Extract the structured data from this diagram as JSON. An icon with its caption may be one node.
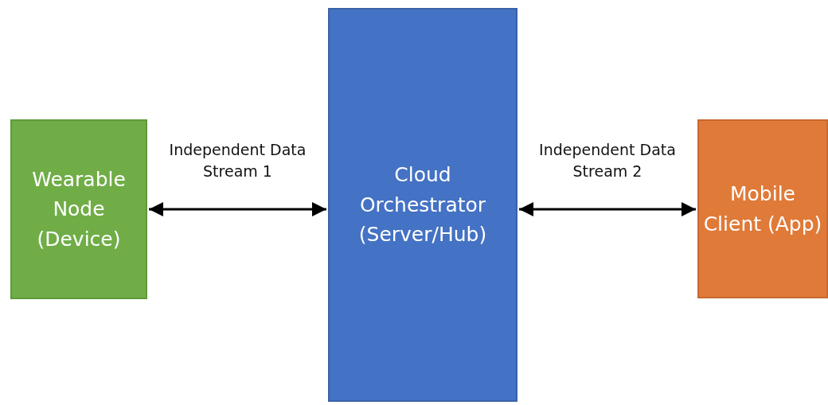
{
  "diagram": {
    "nodes": [
      {
        "text": [
          "Wearable Node (Device)"
        ]
      },
      {
        "text": [
          "Cloud Orchestrator (Server/Hub)"
        ]
      },
      {
        "text": [
          "Mobile Client (App)"
        ]
      }
    ],
    "edges": [
      {
        "from": 0,
        "to": 1,
        "arrow": "both",
        "label": "Independent Data Stream 1"
      },
      {
        "from": 1,
        "to": 2,
        "arrow": "both",
        "label": "Independent Data Stream 2"
      }
    ]
  }
}
